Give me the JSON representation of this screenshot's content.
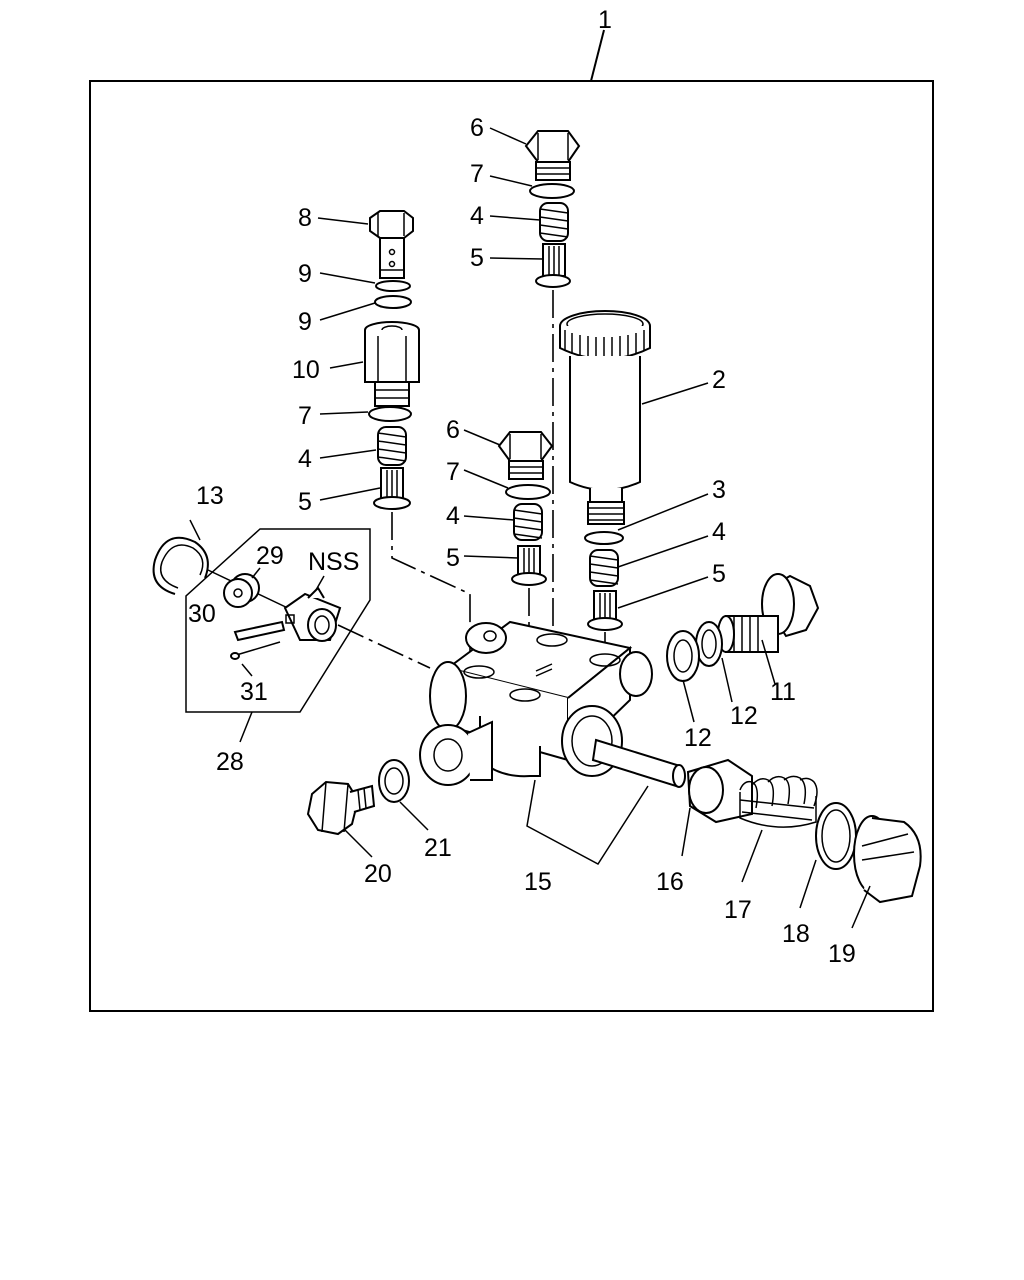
{
  "diagram": {
    "assembly_callout": "1",
    "nss_note": "NSS",
    "callouts": [
      "2",
      "3",
      "4",
      "5",
      "6",
      "7",
      "8",
      "9",
      "10",
      "11",
      "12",
      "13",
      "15",
      "16",
      "17",
      "18",
      "19",
      "20",
      "21",
      "28",
      "29",
      "30",
      "31"
    ]
  }
}
